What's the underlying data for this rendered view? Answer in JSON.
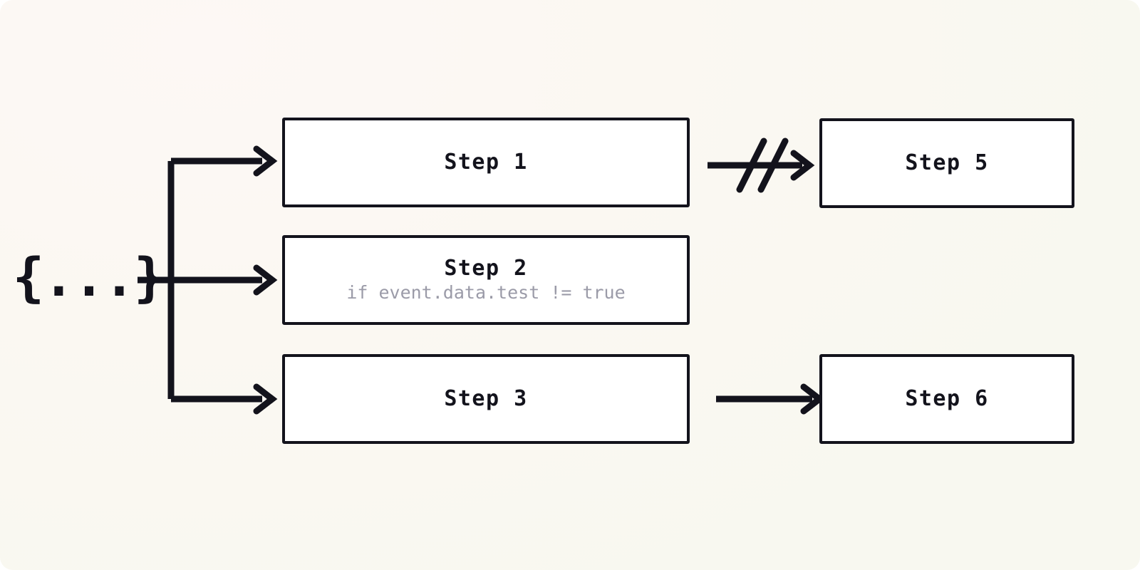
{
  "diagram": {
    "background_color": "#faf8f2",
    "stroke_color": "#13131c",
    "node_fill": "#ffffff",
    "condition_color": "#9b9ba8",
    "trigger": {
      "icon": "event-payload-braces",
      "label": "{...}"
    },
    "nodes": [
      {
        "id": "step1",
        "label": "Step 1",
        "condition": ""
      },
      {
        "id": "step2",
        "label": "Step 2",
        "condition": "if event.data.test != true"
      },
      {
        "id": "step3",
        "label": "Step 3",
        "condition": ""
      },
      {
        "id": "step5",
        "label": "Step 5",
        "condition": ""
      },
      {
        "id": "step6",
        "label": "Step 6",
        "condition": ""
      }
    ],
    "edges": [
      {
        "id": "trigger-to-step1",
        "from": "trigger",
        "to": "step1",
        "style": "branch-elbow",
        "broken": false
      },
      {
        "id": "trigger-to-step2",
        "from": "trigger",
        "to": "step2",
        "style": "straight",
        "broken": false
      },
      {
        "id": "trigger-to-step3",
        "from": "trigger",
        "to": "step3",
        "style": "branch-elbow",
        "broken": false
      },
      {
        "id": "step1-to-step5",
        "from": "step1",
        "to": "step5",
        "style": "straight",
        "broken": true
      },
      {
        "id": "step3-to-step6",
        "from": "step3",
        "to": "step6",
        "style": "straight",
        "broken": false
      }
    ]
  }
}
